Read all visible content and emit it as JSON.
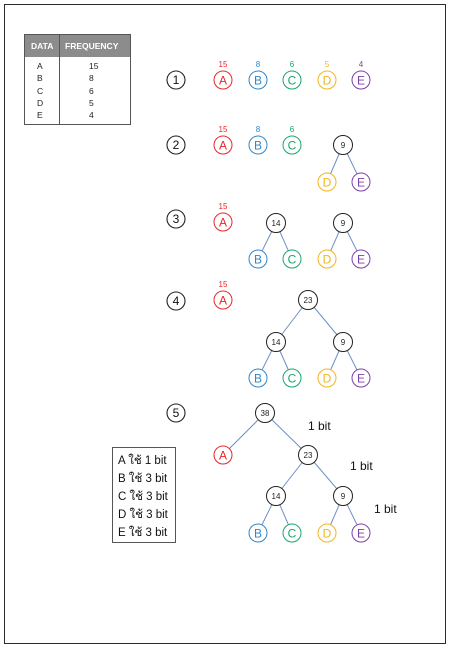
{
  "table": {
    "headers": [
      "DATA",
      "FREQUENCY"
    ],
    "rows": [
      {
        "data": "A",
        "freq": "15"
      },
      {
        "data": "B",
        "freq": "8"
      },
      {
        "data": "C",
        "freq": "6"
      },
      {
        "data": "D",
        "freq": "5"
      },
      {
        "data": "E",
        "freq": "4"
      }
    ]
  },
  "colors": {
    "A": "#e8262a",
    "B": "#2f86c8",
    "C": "#19a56a",
    "D": "#f2b51b",
    "E": "#7d3fa8",
    "edge": "#6f8fc8",
    "internal": "#222222"
  },
  "steps": [
    {
      "label": "1"
    },
    {
      "label": "2"
    },
    {
      "label": "3"
    },
    {
      "label": "4"
    },
    {
      "label": "5"
    }
  ],
  "nodes": {
    "s1": [
      {
        "id": "A",
        "text": "A",
        "freq": "15",
        "color": "A"
      },
      {
        "id": "B",
        "text": "B",
        "freq": "8",
        "color": "B"
      },
      {
        "id": "C",
        "text": "C",
        "freq": "6",
        "color": "C"
      },
      {
        "id": "D",
        "text": "D",
        "freq": "5",
        "color": "D"
      },
      {
        "id": "E",
        "text": "E",
        "freq": "4",
        "color": "E"
      }
    ],
    "s2": [
      {
        "id": "A",
        "text": "A",
        "freq": "15",
        "color": "A"
      },
      {
        "id": "B",
        "text": "B",
        "freq": "8",
        "color": "B"
      },
      {
        "id": "C",
        "text": "C",
        "freq": "6",
        "color": "C"
      },
      {
        "id": "n9",
        "text": "9",
        "color": "internal"
      },
      {
        "id": "D",
        "text": "D",
        "color": "D"
      },
      {
        "id": "E",
        "text": "E",
        "color": "E"
      }
    ],
    "s3": [
      {
        "id": "A",
        "text": "A",
        "freq": "15",
        "color": "A"
      },
      {
        "id": "n14",
        "text": "14",
        "color": "internal"
      },
      {
        "id": "n9",
        "text": "9",
        "color": "internal"
      },
      {
        "id": "B",
        "text": "B",
        "color": "B"
      },
      {
        "id": "C",
        "text": "C",
        "color": "C"
      },
      {
        "id": "D",
        "text": "D",
        "color": "D"
      },
      {
        "id": "E",
        "text": "E",
        "color": "E"
      }
    ],
    "s4": [
      {
        "id": "A",
        "text": "A",
        "freq": "15",
        "color": "A"
      },
      {
        "id": "n23",
        "text": "23",
        "color": "internal"
      },
      {
        "id": "n14",
        "text": "14",
        "color": "internal"
      },
      {
        "id": "n9",
        "text": "9",
        "color": "internal"
      },
      {
        "id": "B",
        "text": "B",
        "color": "B"
      },
      {
        "id": "C",
        "text": "C",
        "color": "C"
      },
      {
        "id": "D",
        "text": "D",
        "color": "D"
      },
      {
        "id": "E",
        "text": "E",
        "color": "E"
      }
    ],
    "s5": [
      {
        "id": "n38",
        "text": "38",
        "color": "internal"
      },
      {
        "id": "A",
        "text": "A",
        "color": "A"
      },
      {
        "id": "n23",
        "text": "23",
        "color": "internal"
      },
      {
        "id": "n14",
        "text": "14",
        "color": "internal"
      },
      {
        "id": "n9",
        "text": "9",
        "color": "internal"
      },
      {
        "id": "B",
        "text": "B",
        "color": "B"
      },
      {
        "id": "C",
        "text": "C",
        "color": "C"
      },
      {
        "id": "D",
        "text": "D",
        "color": "D"
      },
      {
        "id": "E",
        "text": "E",
        "color": "E"
      }
    ]
  },
  "edges": {
    "s2": [
      [
        "n9",
        "D"
      ],
      [
        "n9",
        "E"
      ]
    ],
    "s3": [
      [
        "n14",
        "B"
      ],
      [
        "n14",
        "C"
      ],
      [
        "n9",
        "D"
      ],
      [
        "n9",
        "E"
      ]
    ],
    "s4": [
      [
        "n23",
        "n14"
      ],
      [
        "n23",
        "n9"
      ],
      [
        "n14",
        "B"
      ],
      [
        "n14",
        "C"
      ],
      [
        "n9",
        "D"
      ],
      [
        "n9",
        "E"
      ]
    ],
    "s5": [
      [
        "n38",
        "A"
      ],
      [
        "n38",
        "n23"
      ],
      [
        "n23",
        "n14"
      ],
      [
        "n23",
        "n9"
      ],
      [
        "n14",
        "B"
      ],
      [
        "n14",
        "C"
      ],
      [
        "n9",
        "D"
      ],
      [
        "n9",
        "E"
      ]
    ]
  },
  "bit_labels": [
    "1 bit",
    "1 bit",
    "1 bit"
  ],
  "codes": [
    "A ใช้ 1 bit",
    "B ใช้ 3 bit",
    "C ใช้ 3 bit",
    "D ใช้ 3 bit",
    "E ใช้ 3 bit"
  ]
}
